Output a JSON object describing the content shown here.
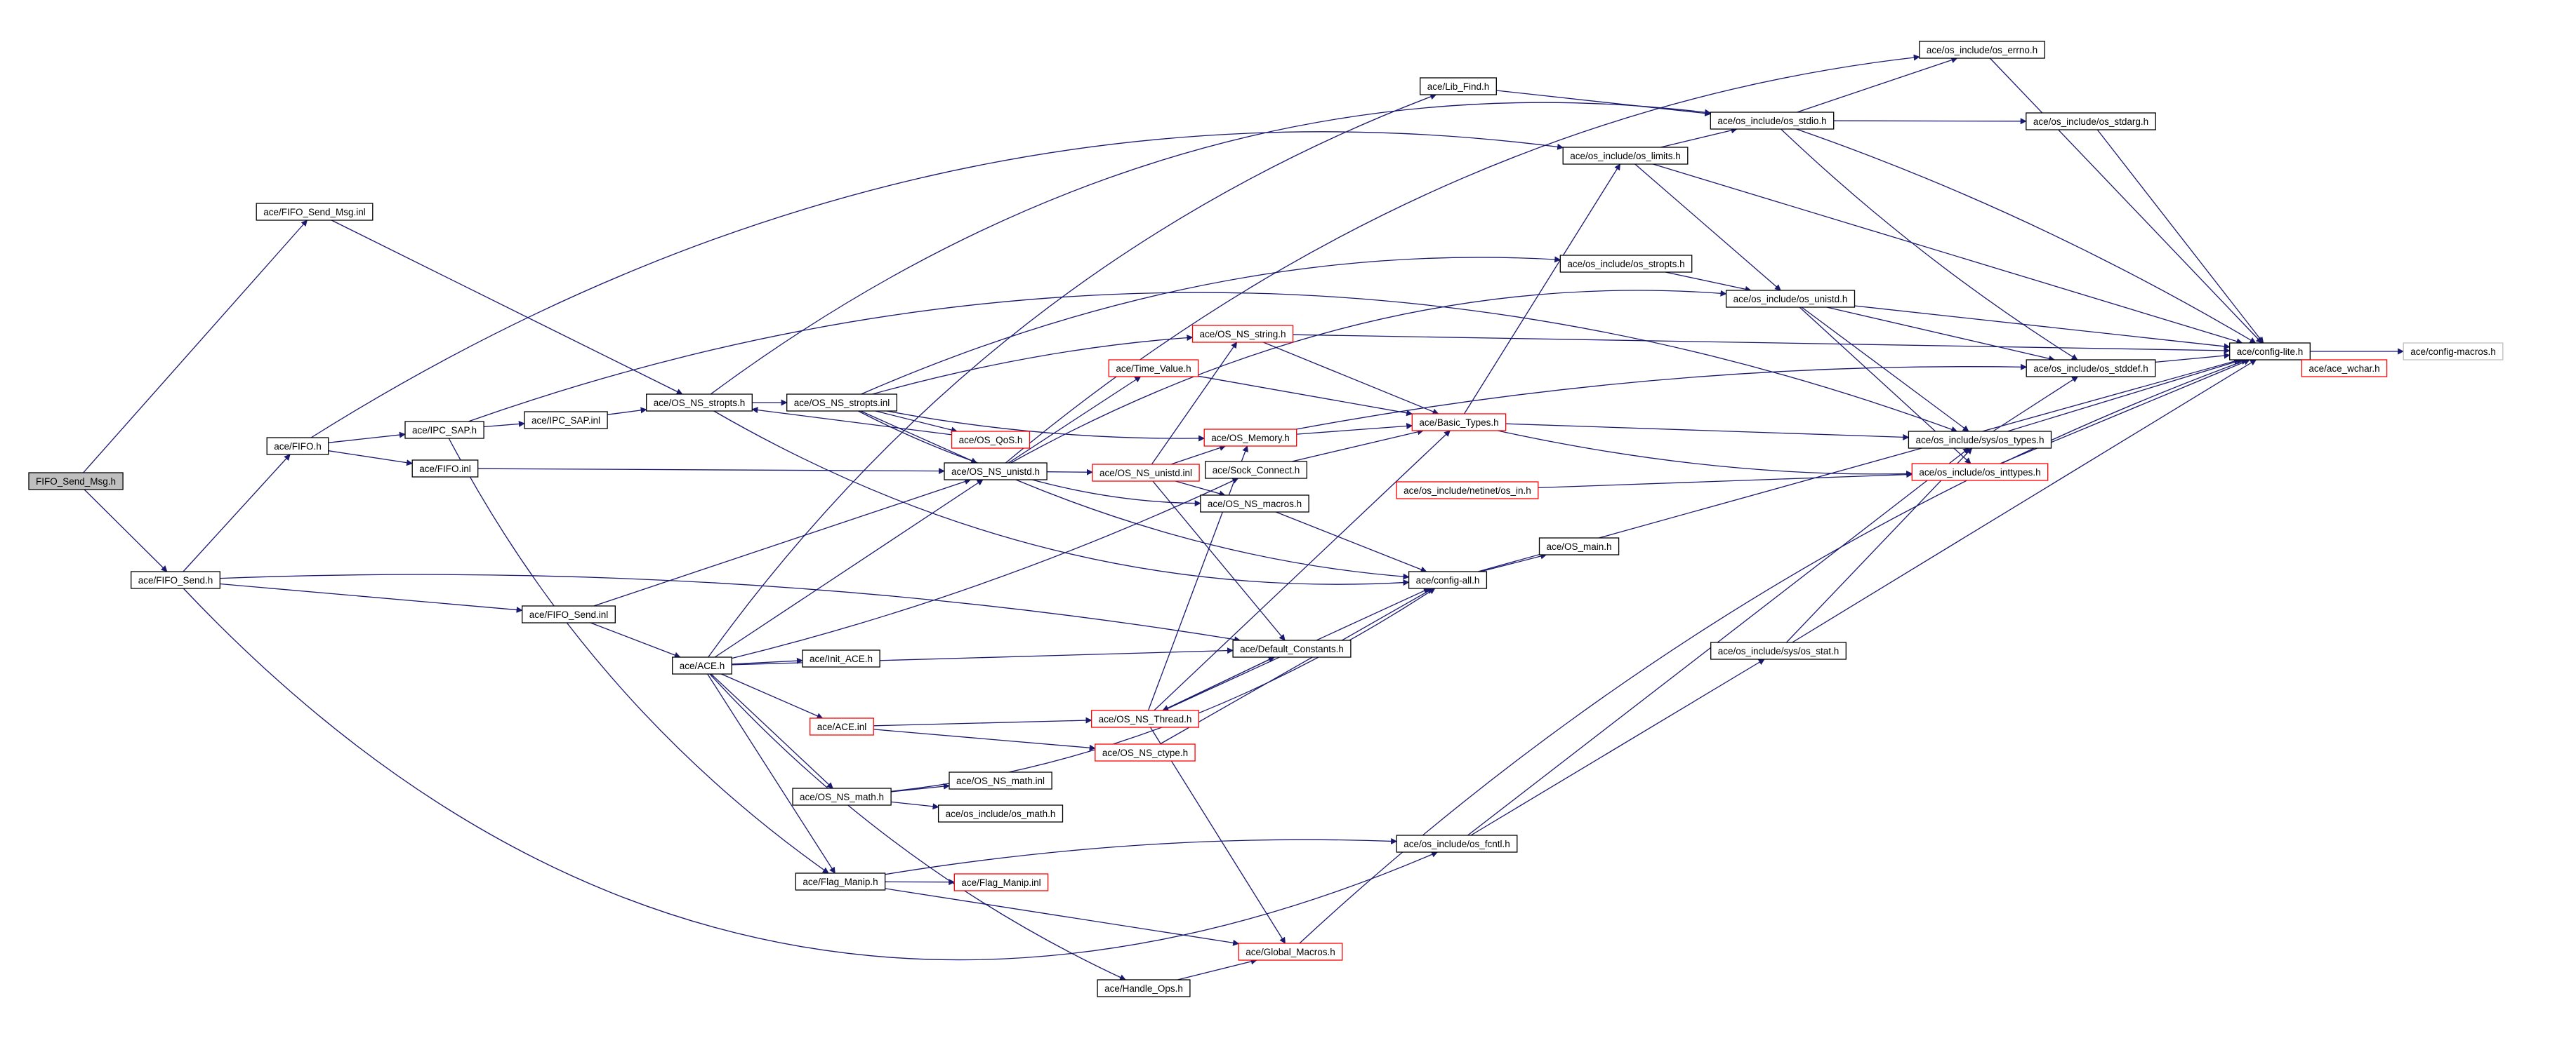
{
  "graph": {
    "type": "include-dependency-graph",
    "colors": {
      "edge": "#191970",
      "node_border": "#000000",
      "missing_node_border": "#ff0000",
      "faded_node_border": "#bfbfbf",
      "root_fill": "#bfbfbf",
      "node_fill": "#ffffff"
    },
    "nodes": [
      {
        "id": "n0",
        "label": "FIFO_Send_Msg.h",
        "style": "root"
      },
      {
        "id": "n1",
        "label": "ace/FIFO_Send_Msg.inl",
        "style": "normal"
      },
      {
        "id": "n2",
        "label": "ace/FIFO_Send.h",
        "style": "normal"
      },
      {
        "id": "n3",
        "label": "ace/FIFO.h",
        "style": "normal"
      },
      {
        "id": "n4",
        "label": "ace/IPC_SAP.h",
        "style": "normal"
      },
      {
        "id": "n5",
        "label": "ace/FIFO.inl",
        "style": "normal"
      },
      {
        "id": "n6",
        "label": "ace/IPC_SAP.inl",
        "style": "normal"
      },
      {
        "id": "n7",
        "label": "ace/OS_NS_stropts.h",
        "style": "normal"
      },
      {
        "id": "n8",
        "label": "ace/OS_NS_stropts.inl",
        "style": "normal"
      },
      {
        "id": "n9",
        "label": "ace/OS_QoS.h",
        "style": "missing"
      },
      {
        "id": "n10",
        "label": "ace/OS_NS_unistd.h",
        "style": "normal"
      },
      {
        "id": "n11",
        "label": "ace/Time_Value.h",
        "style": "missing"
      },
      {
        "id": "n12",
        "label": "ace/OS_NS_string.h",
        "style": "missing"
      },
      {
        "id": "n13",
        "label": "ace/OS_NS_unistd.inl",
        "style": "missing"
      },
      {
        "id": "n14",
        "label": "ace/OS_Memory.h",
        "style": "missing"
      },
      {
        "id": "n15",
        "label": "ace/Sock_Connect.h",
        "style": "normal"
      },
      {
        "id": "n16",
        "label": "ace/OS_NS_macros.h",
        "style": "normal"
      },
      {
        "id": "n17",
        "label": "ace/FIFO_Send.inl",
        "style": "normal"
      },
      {
        "id": "n18",
        "label": "ace/ACE.h",
        "style": "normal"
      },
      {
        "id": "n19",
        "label": "ace/Init_ACE.h",
        "style": "normal"
      },
      {
        "id": "n20",
        "label": "ace/ACE.inl",
        "style": "missing"
      },
      {
        "id": "n21",
        "label": "ace/OS_NS_math.h",
        "style": "normal"
      },
      {
        "id": "n22",
        "label": "ace/OS_NS_math.inl",
        "style": "normal"
      },
      {
        "id": "n23",
        "label": "ace/os_include/os_math.h",
        "style": "normal"
      },
      {
        "id": "n24",
        "label": "ace/Flag_Manip.h",
        "style": "normal"
      },
      {
        "id": "n25",
        "label": "ace/Flag_Manip.inl",
        "style": "missing"
      },
      {
        "id": "n26",
        "label": "ace/Handle_Ops.h",
        "style": "normal"
      },
      {
        "id": "n27",
        "label": "ace/Global_Macros.h",
        "style": "missing"
      },
      {
        "id": "n28",
        "label": "ace/OS_NS_Thread.h",
        "style": "missing"
      },
      {
        "id": "n29",
        "label": "ace/OS_NS_ctype.h",
        "style": "missing"
      },
      {
        "id": "n30",
        "label": "ace/Default_Constants.h",
        "style": "normal"
      },
      {
        "id": "n31",
        "label": "ace/config-all.h",
        "style": "normal"
      },
      {
        "id": "n32",
        "label": "ace/OS_main.h",
        "style": "normal"
      },
      {
        "id": "n33",
        "label": "ace/Basic_Types.h",
        "style": "missing"
      },
      {
        "id": "n34",
        "label": "ace/Lib_Find.h",
        "style": "normal"
      },
      {
        "id": "n35",
        "label": "ace/os_include/os_limits.h",
        "style": "normal"
      },
      {
        "id": "n36",
        "label": "ace/os_include/os_stropts.h",
        "style": "normal"
      },
      {
        "id": "n37",
        "label": "ace/os_include/os_stdio.h",
        "style": "normal"
      },
      {
        "id": "n38",
        "label": "ace/os_include/os_errno.h",
        "style": "normal"
      },
      {
        "id": "n39",
        "label": "ace/os_include/os_stdarg.h",
        "style": "normal"
      },
      {
        "id": "n40",
        "label": "ace/os_include/os_unistd.h",
        "style": "normal"
      },
      {
        "id": "n41",
        "label": "ace/os_include/os_stddef.h",
        "style": "normal"
      },
      {
        "id": "n42",
        "label": "ace/os_include/sys/os_types.h",
        "style": "normal"
      },
      {
        "id": "n43",
        "label": "ace/os_include/os_inttypes.h",
        "style": "missing"
      },
      {
        "id": "n44",
        "label": "ace/os_include/netinet/os_in.h",
        "style": "missing"
      },
      {
        "id": "n45",
        "label": "ace/os_include/sys/os_stat.h",
        "style": "normal"
      },
      {
        "id": "n46",
        "label": "ace/os_include/os_fcntl.h",
        "style": "normal"
      },
      {
        "id": "n47",
        "label": "ace/config-lite.h",
        "style": "normal"
      },
      {
        "id": "n48",
        "label": "ace/ace_wchar.h",
        "style": "missing"
      },
      {
        "id": "n49",
        "label": "ace/config-macros.h",
        "style": "faded"
      }
    ]
  }
}
